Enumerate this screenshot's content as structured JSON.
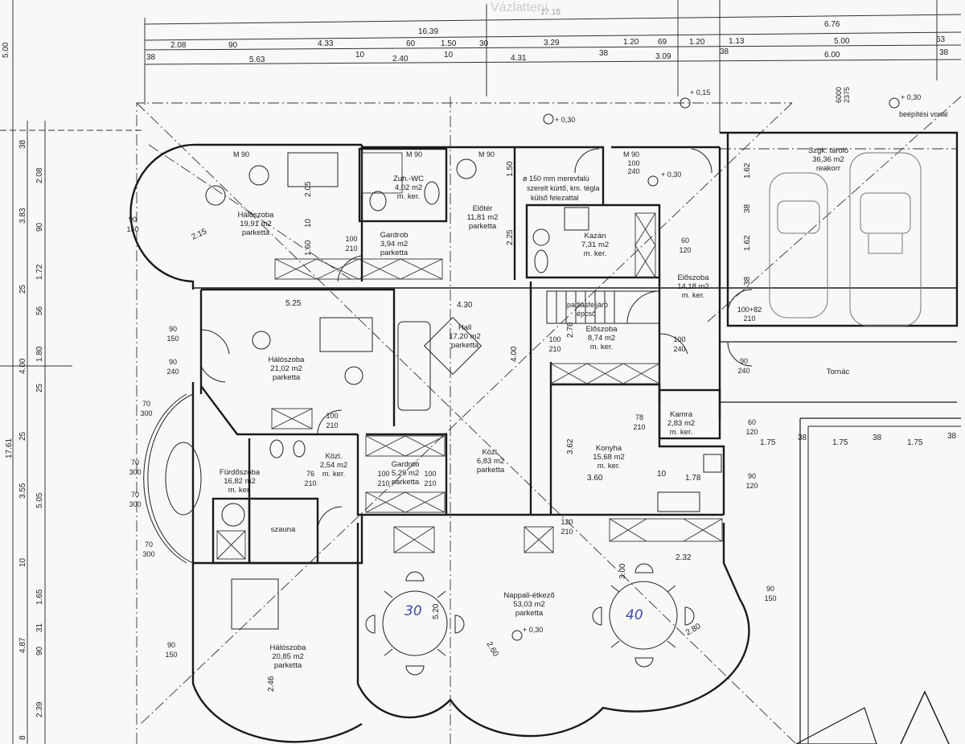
{
  "title_faint": "Vázlatterv",
  "dims_top": {
    "row1": [
      "16.39",
      "17.15",
      "6.76"
    ],
    "row2": [
      "2.08",
      "90",
      "4.33",
      "60",
      "1.50",
      "30",
      "3.29",
      "1.20",
      "69",
      "1.20",
      "1.13",
      "5.00",
      "63"
    ],
    "row3": [
      "38",
      "5.63",
      "10",
      "2.40",
      "10",
      "4.31",
      "38",
      "3.09",
      "38",
      "6.00",
      "38"
    ]
  },
  "dims_left": {
    "outer": [
      "5.00",
      "17.61"
    ],
    "col1": [
      "38",
      "3.83",
      "25",
      "4.00",
      "25",
      "3.55",
      "10",
      "4.87",
      "8"
    ],
    "col2": [
      "2.08",
      "90",
      "1.72",
      "56",
      "1.80",
      "25",
      "5.05",
      "1.65",
      "31",
      "90",
      "2.39"
    ]
  },
  "dims_inner": [
    "2.15",
    "2.05",
    "1.60",
    "10",
    "1.50",
    "2.25",
    "5.25",
    "4.30",
    "4.00",
    "2.78",
    "3.62",
    "3.60",
    "10",
    "1.78",
    "2.32",
    "3.00",
    "5.20",
    "2.80",
    "2.46",
    "2.60",
    "1.62",
    "38",
    "1.62",
    "38",
    "1.75",
    "38",
    "1.75",
    "38",
    "1.75",
    "38"
  ],
  "rooms": [
    {
      "name": "Hálószoba",
      "area": "19,91 m2",
      "floor": "parketta"
    },
    {
      "name": "Zuh.-WC",
      "area": "4,02 m2",
      "floor": "m. ker."
    },
    {
      "name": "Gardrob",
      "area": "3,94 m2",
      "floor": "parketta"
    },
    {
      "name": "Előtér",
      "area": "11,81 m2",
      "floor": "parketta"
    },
    {
      "name": "Kazán",
      "area": "7,31 m2",
      "floor": "m. ker."
    },
    {
      "name": "Előszoba",
      "area": "14,18 m2",
      "floor": "m. ker."
    },
    {
      "name": "Szgk. tároló",
      "area": "36,36 m2",
      "floor": "reakorr"
    },
    {
      "name": "Hálószoba",
      "area": "21,02 m2",
      "floor": "parketta"
    },
    {
      "name": "Hall",
      "area": "17,20 m2",
      "floor": "parketta"
    },
    {
      "name": "Előszoba",
      "area": "8,74 m2",
      "floor": "m. ker."
    },
    {
      "name": "Tornác",
      "area": "",
      "floor": ""
    },
    {
      "name": "Kamra",
      "area": "2,83 m2",
      "floor": "m. ker."
    },
    {
      "name": "Konyha",
      "area": "15,68 m2",
      "floor": "m. ker."
    },
    {
      "name": "Fürdőszoba",
      "area": "16,82 m2",
      "floor": "m. ker."
    },
    {
      "name": "Közl.",
      "area": "2,54 m2",
      "floor": "m. ker."
    },
    {
      "name": "Gardrob",
      "area": "5,29 m2",
      "floor": "parketta"
    },
    {
      "name": "Közl.",
      "area": "6,83 m2",
      "floor": "parketta"
    },
    {
      "name": "szauna",
      "area": "",
      "floor": ""
    },
    {
      "name": "Hálószoba",
      "area": "20,85 m2",
      "floor": "parketta"
    },
    {
      "name": "Nappali-étkező",
      "area": "53,03 m2",
      "floor": "parketta"
    }
  ],
  "notes": {
    "chimney": [
      "ø 150 mm merevfalú",
      "szerelt kürtő, km. tégla",
      "külső felezattal"
    ],
    "stair": [
      "padlásfeljáró",
      "lépcső"
    ],
    "building_line": "beépítési vonal",
    "levels": [
      "+ 0,15",
      "+ 0,30",
      "+ 0,30",
      "+ 0,30",
      "+ 0,30"
    ],
    "garage_height": [
      "6000",
      "2375"
    ],
    "handwritten": [
      "30",
      "40"
    ]
  },
  "doors": [
    {
      "w": "M 90",
      "h": ""
    },
    {
      "w": "M 90",
      "h": ""
    },
    {
      "w": "M 90",
      "h": ""
    },
    {
      "w": "M 90",
      "h": ""
    },
    {
      "w": "100",
      "h": "210"
    },
    {
      "w": "100",
      "h": "240"
    },
    {
      "w": "60",
      "h": "120"
    },
    {
      "w": "100+82",
      "h": "210"
    },
    {
      "w": "90",
      "h": "150"
    },
    {
      "w": "90",
      "h": "240"
    },
    {
      "w": "100",
      "h": "210"
    },
    {
      "w": "100",
      "h": "240"
    },
    {
      "w": "90",
      "h": "240"
    },
    {
      "w": "78",
      "h": "210"
    },
    {
      "w": "60",
      "h": "120"
    },
    {
      "w": "90",
      "h": "120"
    },
    {
      "w": "76",
      "h": "210"
    },
    {
      "w": "100",
      "h": "210"
    },
    {
      "w": "100",
      "h": "210"
    },
    {
      "w": "90",
      "h": "150"
    },
    {
      "w": "90",
      "h": "150"
    },
    {
      "w": "120",
      "h": "210"
    },
    {
      "w": "70",
      "h": "300"
    },
    {
      "w": "70",
      "h": "300"
    },
    {
      "w": "70",
      "h": "300"
    },
    {
      "w": "70",
      "h": "300"
    },
    {
      "w": "90",
      "h": "150"
    },
    {
      "w": "100",
      "h": "210"
    }
  ]
}
